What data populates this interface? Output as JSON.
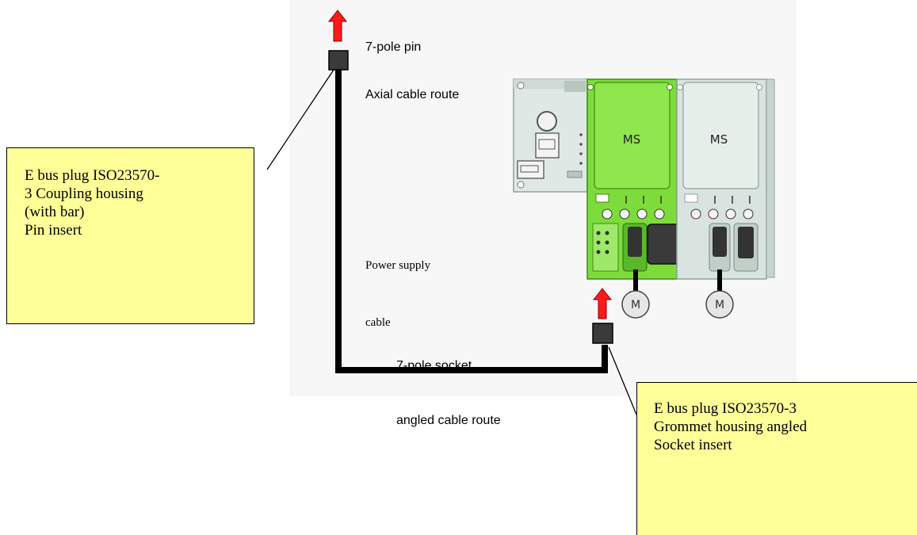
{
  "labels": {
    "top_connector": [
      "7-pole pin",
      "Axial cable route"
    ],
    "bottom_connector": [
      "7-pole socket,",
      "angled cable route"
    ],
    "power_cable": [
      "Power supply",
      "cable"
    ]
  },
  "callouts": {
    "left": [
      "E bus plug ISO23570-",
      "3 Coupling housing",
      "(with bar)",
      "Pin insert"
    ],
    "right": [
      "E bus plug ISO23570-3",
      "Grommet housing angled",
      "Socket insert"
    ]
  },
  "modules": {
    "green_label": "MS",
    "gray_label": "MS"
  },
  "motors": [
    "M",
    "M"
  ],
  "colors": {
    "callout_fill": "#ffff99",
    "arrow": "#ff0000",
    "module_green": "#7ddc3a",
    "module_gray": "#d9e3df",
    "cable": "#000000"
  }
}
